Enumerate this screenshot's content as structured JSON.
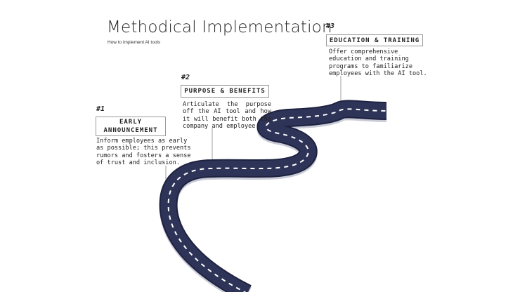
{
  "header": {
    "title": "Methodical Implementation",
    "subtitle": "How to implement AI tools"
  },
  "steps": [
    {
      "number": "#1",
      "label_line1": "EARLY",
      "label_line2": "ANNOUNCEMENT",
      "description": "Inform employees as early as possible; this prevents rumors and fosters a sense of trust and inclusion."
    },
    {
      "number": "#2",
      "label": "PURPOSE & BENEFITS",
      "description": "Articulate the purpose off the AI tool and how it will benefit both the company and employee."
    },
    {
      "number": "#3",
      "label": "EDUCATION & TRAINING",
      "description": "Offer comprehensive education and training programs to familiarize employees with the AI tool."
    }
  ],
  "colors": {
    "road": "#2e3358",
    "road_edge": "#c9cbd6",
    "lane_marking": "#ffffff",
    "connector": "#8a8a8a"
  }
}
